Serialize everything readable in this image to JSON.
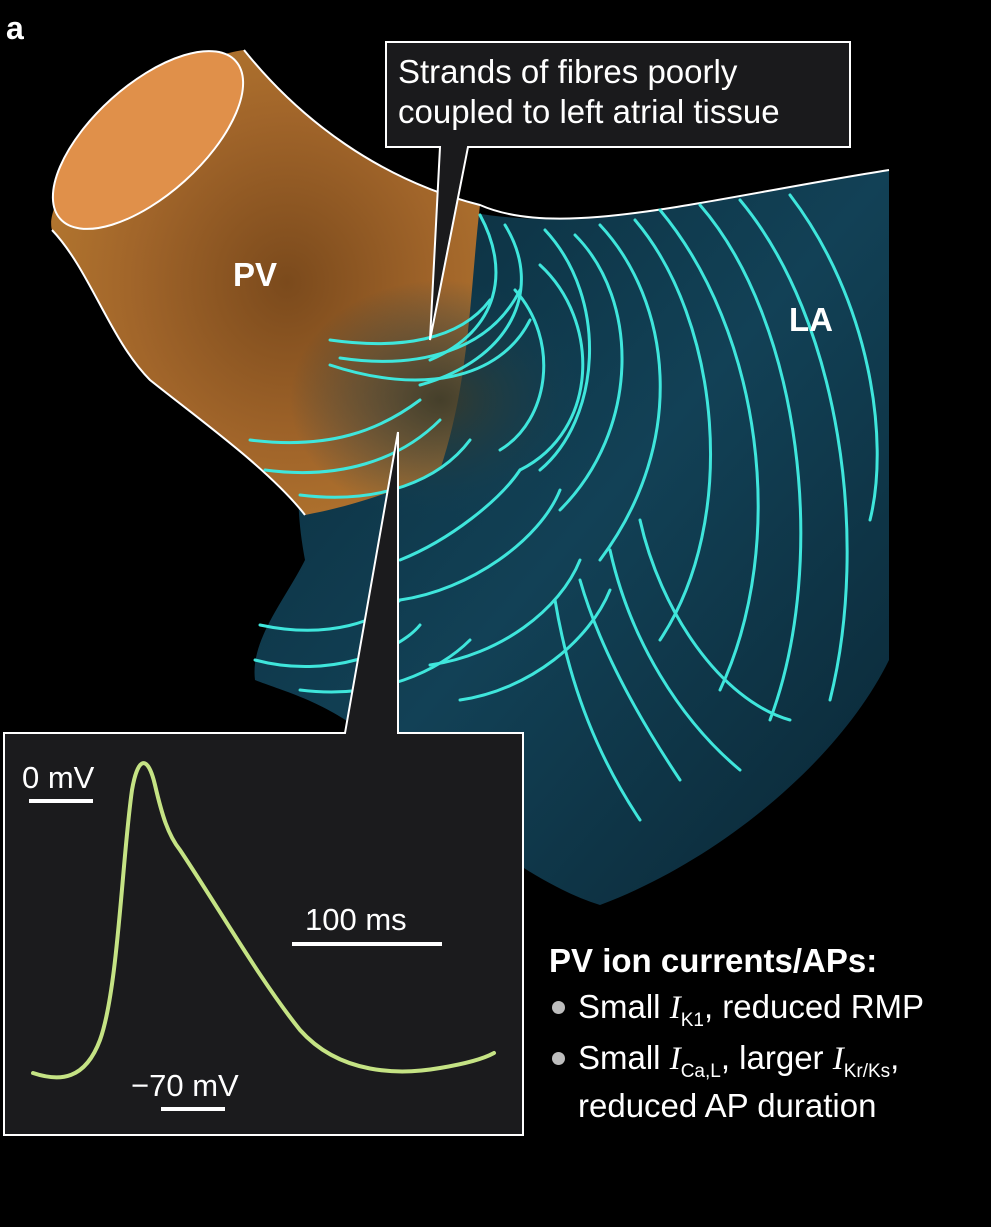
{
  "panel_label": "a",
  "callout": {
    "line1": "Strands of fibres poorly",
    "line2": "coupled to left atrial tissue"
  },
  "labels": {
    "pv": "PV",
    "la": "LA"
  },
  "inset": {
    "zero_mv": "0 mV",
    "minus70_mv": "−70 mV",
    "time_scale": "100 ms",
    "trace_color": "#c5e384"
  },
  "notes": {
    "heading": "PV ion currents/APs:",
    "bullet1": {
      "current": "I",
      "current_sub": "K1",
      "pre": "Small ",
      "post": ", reduced RMP"
    },
    "bullet2": {
      "pre": "Small ",
      "current1": "I",
      "current1_sub": "Ca,L",
      "mid": ", larger ",
      "current2": "I",
      "current2_sub": "Kr/Ks",
      "post": ",",
      "line2": "reduced AP duration"
    }
  },
  "colors": {
    "background": "#000000",
    "pv_tissue": "#a8692a",
    "la_tissue": "#103b4e",
    "fibres": "#3fe6dc",
    "inset_box": "#1b1b1d"
  }
}
